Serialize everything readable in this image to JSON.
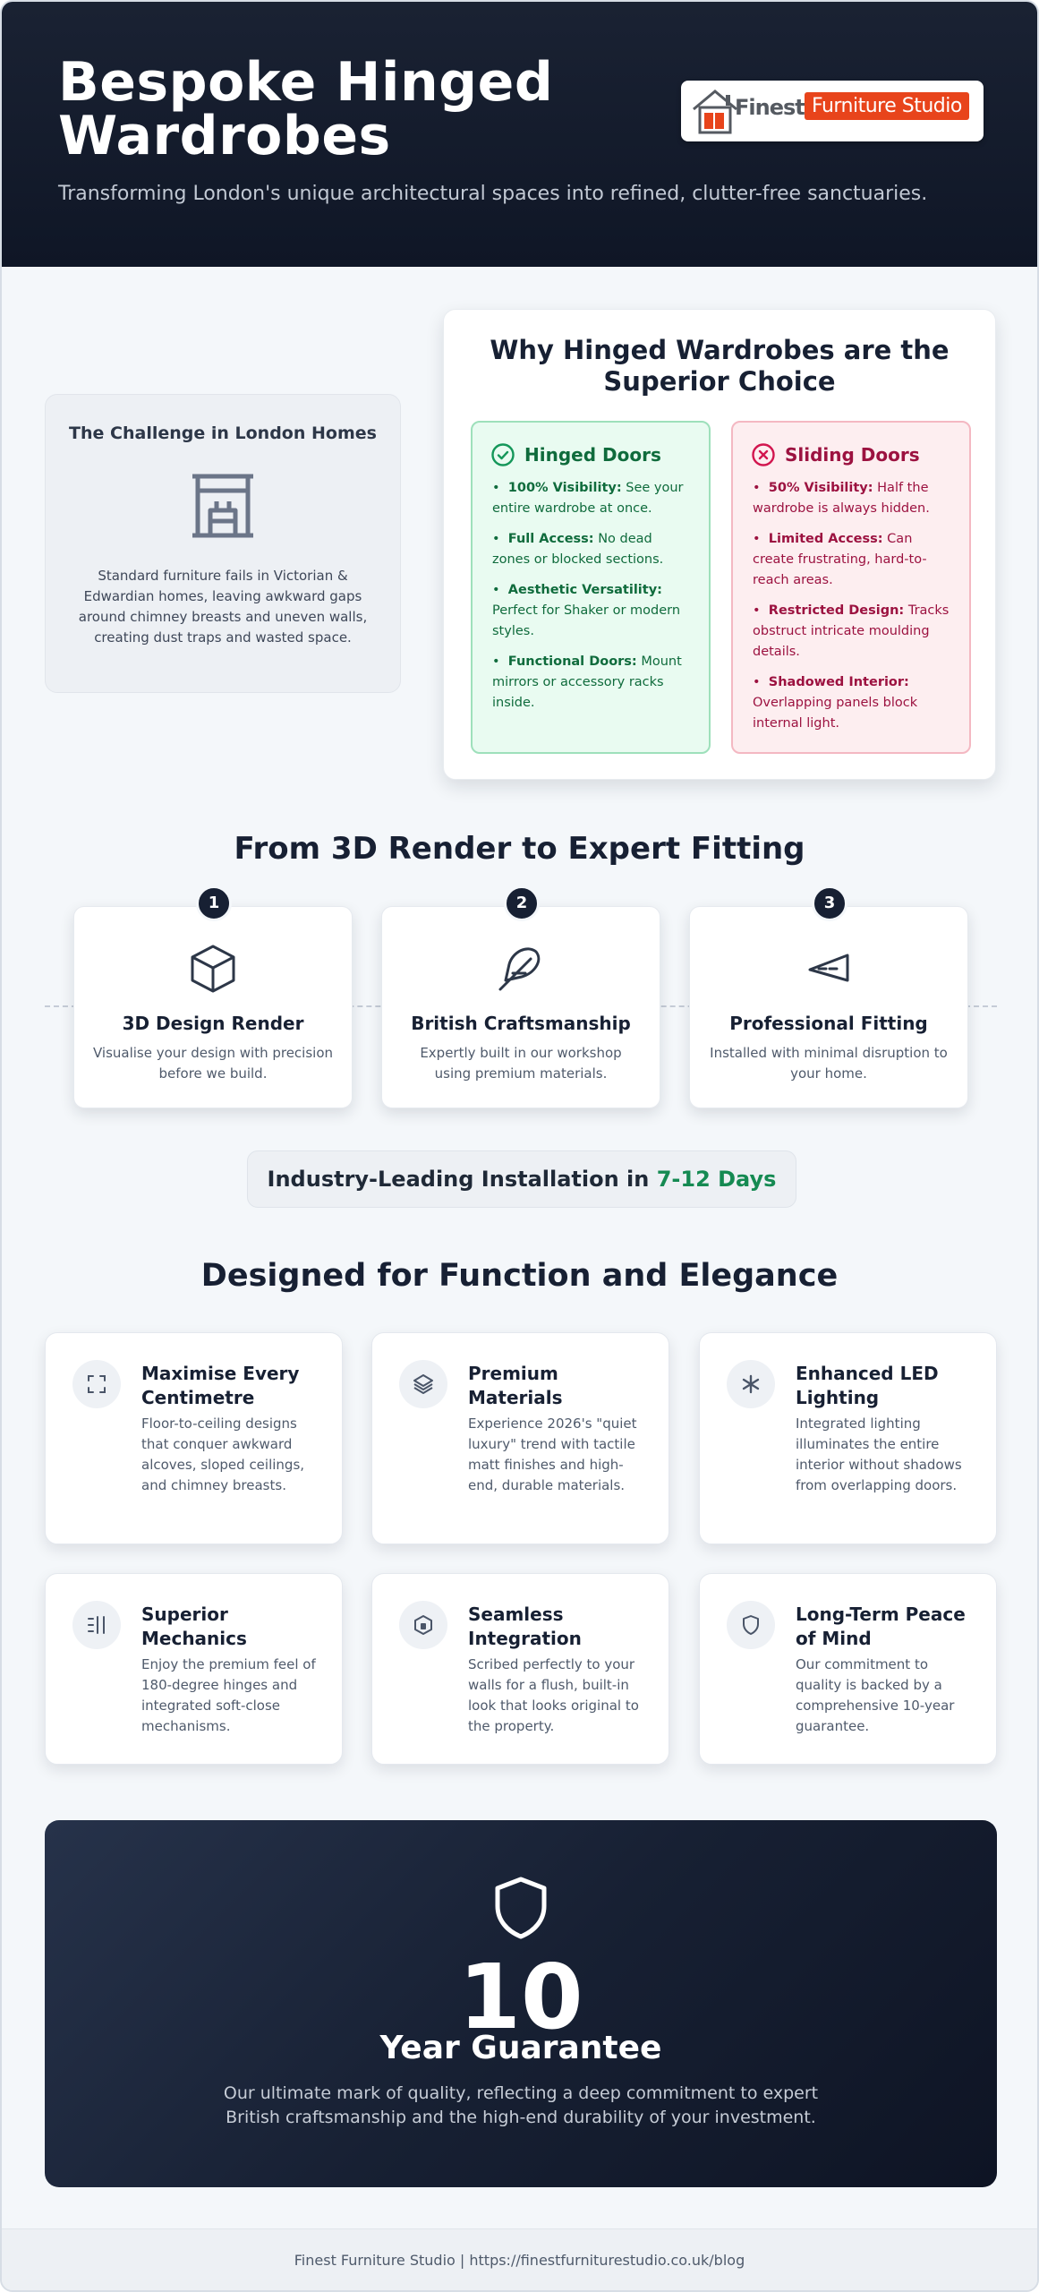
{
  "header": {
    "title_line1": "Bespoke Hinged",
    "title_line2": "Wardrobes",
    "subtitle": "Transforming London's unique architectural spaces into refined, clutter-free sanctuaries.",
    "logo": {
      "word1": "Finest",
      "word2": "Furniture Studio",
      "accent_color": "#e8441b"
    }
  },
  "challenge": {
    "title": "The Challenge in London Homes",
    "icon": "fireplace-icon",
    "text": "Standard furniture fails in Victorian & Edwardian homes, leaving awkward gaps around chimney breasts and uneven walls, creating dust traps and wasted space."
  },
  "why": {
    "title": "Why Hinged Wardrobes are the Superior Choice",
    "hinged": {
      "title": "Hinged Doors",
      "icon": "check-circle-icon",
      "color": "#0f6b3c",
      "items": [
        {
          "bold": "100% Visibility:",
          "text": " See your entire wardrobe at once."
        },
        {
          "bold": "Full Access:",
          "text": " No dead zones or blocked sections."
        },
        {
          "bold": "Aesthetic Versatility:",
          "text": " Perfect for Shaker or modern styles."
        },
        {
          "bold": "Functional Doors:",
          "text": " Mount mirrors or accessory racks inside."
        }
      ]
    },
    "sliding": {
      "title": "Sliding Doors",
      "icon": "x-circle-icon",
      "color": "#9c1240",
      "items": [
        {
          "bold": "50% Visibility:",
          "text": " Half the wardrobe is always hidden."
        },
        {
          "bold": "Limited Access:",
          "text": " Can create frustrating, hard-to-reach areas."
        },
        {
          "bold": "Restricted Design:",
          "text": " Tracks obstruct intricate moulding details."
        },
        {
          "bold": "Shadowed Interior:",
          "text": " Overlapping panels block internal light."
        }
      ]
    }
  },
  "process": {
    "title": "From 3D Render to Expert Fitting",
    "steps": [
      {
        "number": "1",
        "icon": "cube-icon",
        "title": "3D Design Render",
        "text": "Visualise your design with precision before we build."
      },
      {
        "number": "2",
        "icon": "feather-icon",
        "title": "British Craftsmanship",
        "text": "Expertly built in our workshop using premium materials."
      },
      {
        "number": "3",
        "icon": "wrench-icon",
        "title": "Professional Fitting",
        "text": "Installed with minimal disruption to your home."
      }
    ]
  },
  "installation": {
    "prefix": "Industry-Leading Installation in ",
    "highlight": "7-12 Days",
    "highlight_color": "#158a52"
  },
  "features": {
    "title": "Designed for Function and Elegance",
    "items": [
      {
        "icon": "maximize-icon",
        "title": "Maximise Every Centimetre",
        "text": "Floor-to-ceiling designs that conquer awkward alcoves, sloped ceilings, and chimney breasts."
      },
      {
        "icon": "layers-icon",
        "title": "Premium Materials",
        "text": "Experience 2026's \"quiet luxury\" trend with tactile matt finishes and high-end, durable materials."
      },
      {
        "icon": "sparkle-icon",
        "title": "Enhanced LED Lighting",
        "text": "Integrated lighting illuminates the entire interior without shadows from overlapping doors."
      },
      {
        "icon": "hinge-icon",
        "title": "Superior Mechanics",
        "text": "Enjoy the premium feel of 180-degree hinges and integrated soft-close mechanisms."
      },
      {
        "icon": "hexagon-icon",
        "title": "Seamless Integration",
        "text": "Scribed perfectly to your walls for a flush, built-in look that looks original to the property."
      },
      {
        "icon": "shield-icon",
        "title": "Long-Term Peace of Mind",
        "text": "Our commitment to quality is backed by a comprehensive 10-year guarantee."
      }
    ]
  },
  "guarantee": {
    "icon": "shield-icon",
    "number": "10",
    "label": "Year Guarantee",
    "text": "Our ultimate mark of quality, reflecting a deep commitment to expert British craftsmanship and the high-end durability of your investment."
  },
  "footer": {
    "text": "Finest Furniture Studio | https://finestfurniturestudio.co.uk/blog"
  }
}
